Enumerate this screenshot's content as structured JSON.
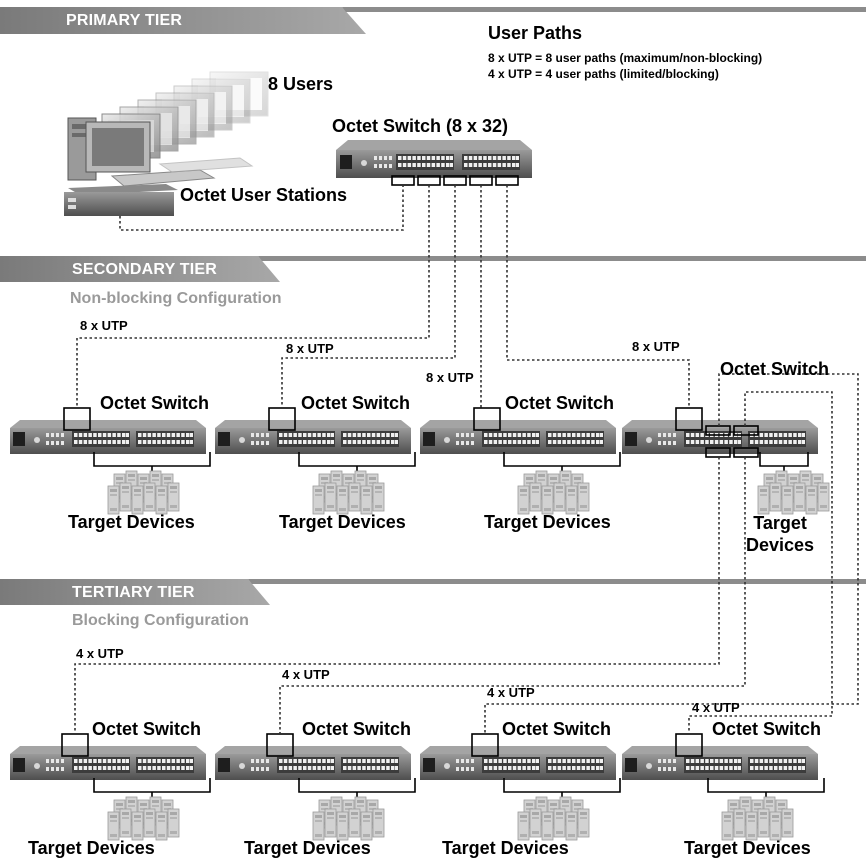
{
  "tiers": {
    "primary": "PRIMARY TIER",
    "secondary": "SECONDARY TIER",
    "tertiary": "TERTIARY TIER"
  },
  "secondary_config": "Non-blocking Configuration",
  "tertiary_config": "Blocking Configuration",
  "user_paths": {
    "title": "User Paths",
    "line1": "8 x UTP = 8 user paths (maximum/non-blocking)",
    "line2": "4 x UTP = 4 user paths (limited/blocking)"
  },
  "users_label": "8 Users",
  "user_stations_label": "Octet User Stations",
  "main_switch_label": "Octet Switch (8 x 32)",
  "switch_label": "Octet Switch",
  "targets_label": "Target Devices",
  "targets_label_split": [
    "Target",
    "Devices"
  ],
  "utp8": "8 x UTP",
  "utp4": "4 x UTP",
  "colors": {
    "tier_banner": "#8c8c8c",
    "switch_body": "#6e6e6e",
    "port": "#f2f2f2",
    "cable": "#333333",
    "config_text": "#9a9a9a"
  }
}
